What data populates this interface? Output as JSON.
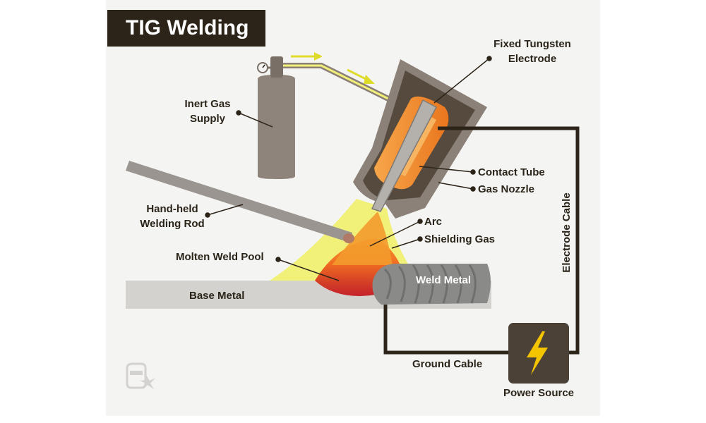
{
  "title": "TIG Welding",
  "labels": {
    "fixed_tungsten_line1": "Fixed Tungsten",
    "fixed_tungsten_line2": "Electrode",
    "inert_gas_line1": "Inert Gas",
    "inert_gas_line2": "Supply",
    "contact_tube": "Contact Tube",
    "gas_nozzle": "Gas Nozzle",
    "electrode_cable": "Electrode Cable",
    "rod_line1": "Hand-held",
    "rod_line2": "Welding Rod",
    "arc": "Arc",
    "shielding_gas": "Shielding Gas",
    "molten_pool": "Molten Weld Pool",
    "weld_metal": "Weld Metal",
    "base_metal": "Base Metal",
    "ground_cable": "Ground Cable",
    "power_source": "Power Source"
  },
  "colors": {
    "dark": "#2c2418",
    "panel": "#f4f4f3",
    "torch": "#8c8178",
    "torch_inner": "#564a3e",
    "cylinder": "#8e847c",
    "gas_yellow": "#f1f17a",
    "arrow_yellow": "#dedb2a",
    "electrode": "#9a9590",
    "contact_tube": "#f08a2c",
    "base_metal": "#d3d2cf",
    "weld_metal": "#8a8a88",
    "pool_red": "#c4222b",
    "power_box": "#4b4137",
    "lightning": "#f2c500"
  },
  "icons": {
    "lightning": "lightning-bolt-icon",
    "logo": "welding-helmet-icon"
  }
}
